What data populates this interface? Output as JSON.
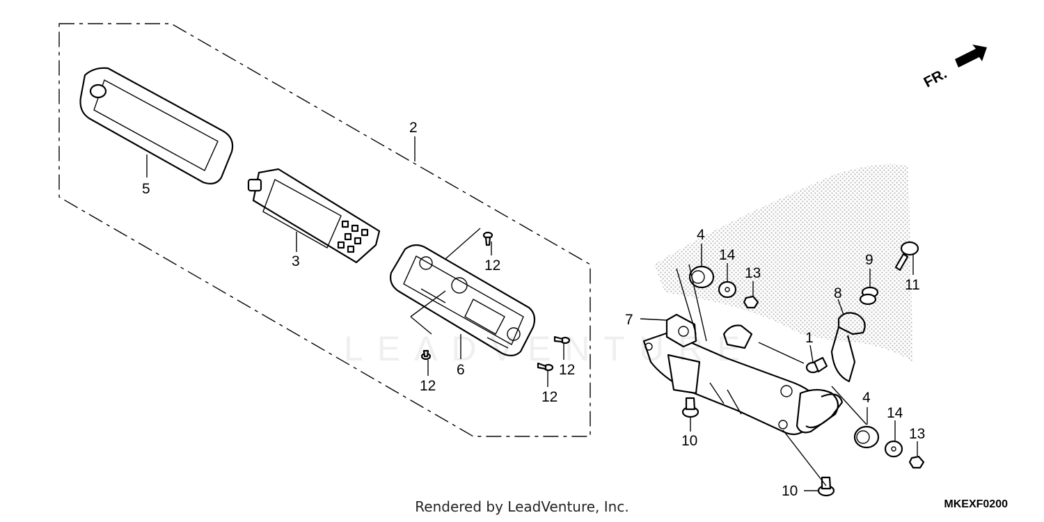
{
  "diagram": {
    "direction_marker": "FR.",
    "callouts": [
      {
        "id": "c2",
        "text": "2"
      },
      {
        "id": "c5",
        "text": "5"
      },
      {
        "id": "c3",
        "text": "3"
      },
      {
        "id": "c12a",
        "text": "12"
      },
      {
        "id": "c12b",
        "text": "12"
      },
      {
        "id": "c12c",
        "text": "12"
      },
      {
        "id": "c12d",
        "text": "12"
      },
      {
        "id": "c6",
        "text": "6"
      },
      {
        "id": "c4a",
        "text": "4"
      },
      {
        "id": "c14a",
        "text": "14"
      },
      {
        "id": "c13a",
        "text": "13"
      },
      {
        "id": "c7",
        "text": "7"
      },
      {
        "id": "c9",
        "text": "9"
      },
      {
        "id": "c11",
        "text": "11"
      },
      {
        "id": "c8",
        "text": "8"
      },
      {
        "id": "c1",
        "text": "1"
      },
      {
        "id": "c4b",
        "text": "4"
      },
      {
        "id": "c14b",
        "text": "14"
      },
      {
        "id": "c13b",
        "text": "13"
      },
      {
        "id": "c10a",
        "text": "10"
      },
      {
        "id": "c10b",
        "text": "10"
      }
    ]
  },
  "footer": {
    "rendered_by": "Rendered by LeadVenture, Inc.",
    "diagram_code": "MKEXF0200"
  },
  "watermark": "LEADVENTURE"
}
